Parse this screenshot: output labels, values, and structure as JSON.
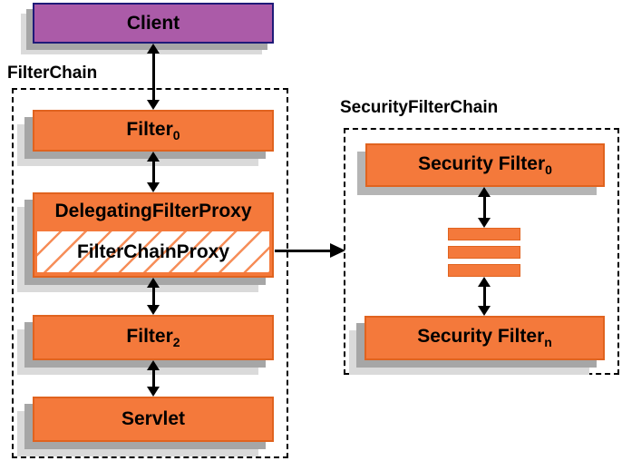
{
  "diagram": {
    "client_box": {
      "label": "Client"
    },
    "filter_chain": {
      "title": "FilterChain",
      "filter0": {
        "text": "Filter",
        "sub": "0"
      },
      "delegating_proxy": {
        "text": "DelegatingFilterProxy"
      },
      "filter_chain_proxy": {
        "text": "FilterChainProxy"
      },
      "filter2": {
        "text": "Filter",
        "sub": "2"
      },
      "servlet": {
        "text": "Servlet"
      }
    },
    "security_filter_chain": {
      "title": "SecurityFilterChain",
      "security_filter0": {
        "text": "Security Filter",
        "sub": "0"
      },
      "security_filtern": {
        "text": "Security Filter",
        "sub": "n"
      },
      "stack_bar_count": 3
    },
    "colors": {
      "box_orange": "#f4793b",
      "box_orange_border": "#e0631f",
      "client_purple": "#ab5ba8",
      "client_border_navy": "#1f1a78",
      "shadow_gray": "#a6a6a6",
      "shadow_light_gray": "#dadada",
      "hatch_orange": "#f4793b",
      "arrow_black": "#000000"
    }
  }
}
